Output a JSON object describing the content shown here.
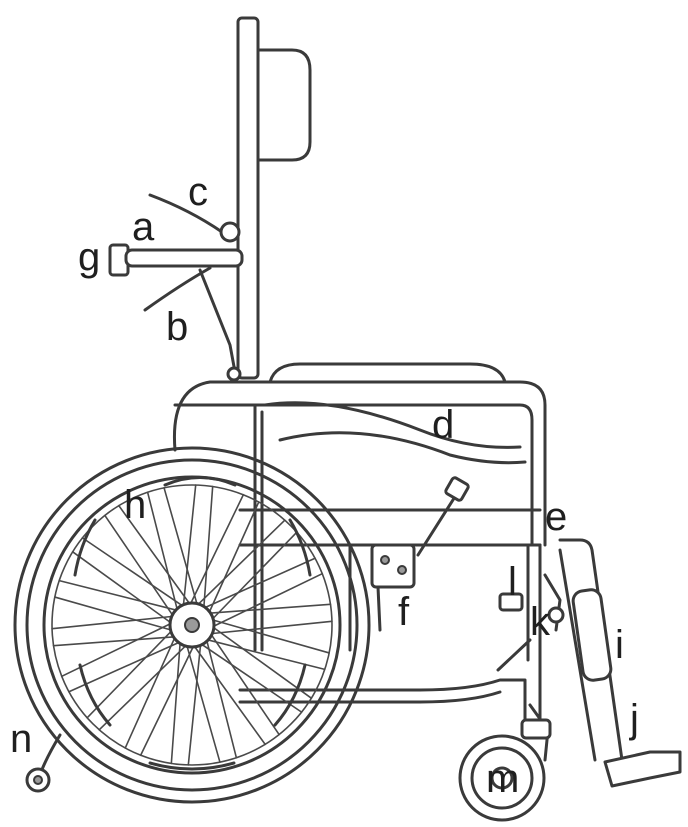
{
  "labels": {
    "a": "a",
    "b": "b",
    "c": "c",
    "d": "d",
    "e": "e",
    "f": "f",
    "g": "g",
    "h": "h",
    "i": "i",
    "j": "j",
    "k": "k",
    "l": "l",
    "m": "m",
    "n": "n"
  },
  "colors": {
    "line": "#3a3a3a",
    "text": "#1f1f1f",
    "background": "#ffffff"
  }
}
